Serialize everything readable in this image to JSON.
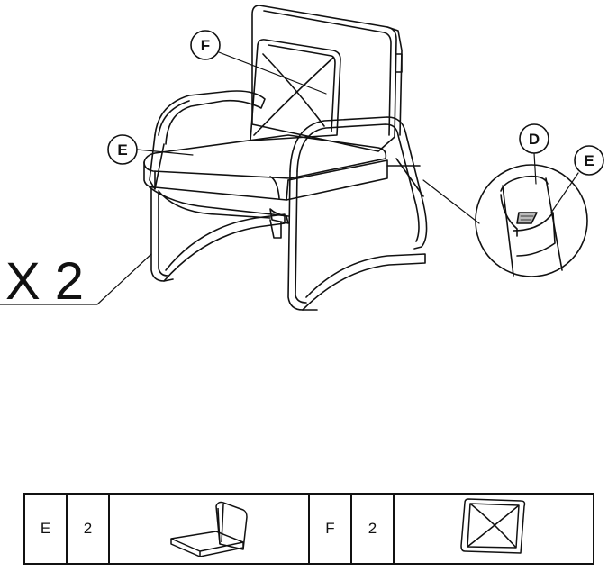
{
  "diagram": {
    "callouts": {
      "f_main": "F",
      "e_main": "E",
      "d_detail": "D",
      "e_detail": "E"
    },
    "quantity": "X 2"
  },
  "parts": [
    {
      "letter": "E",
      "qty": "2",
      "icon": "cushion-set-icon"
    },
    {
      "letter": "F",
      "qty": "2",
      "icon": "back-cushion-icon"
    }
  ]
}
